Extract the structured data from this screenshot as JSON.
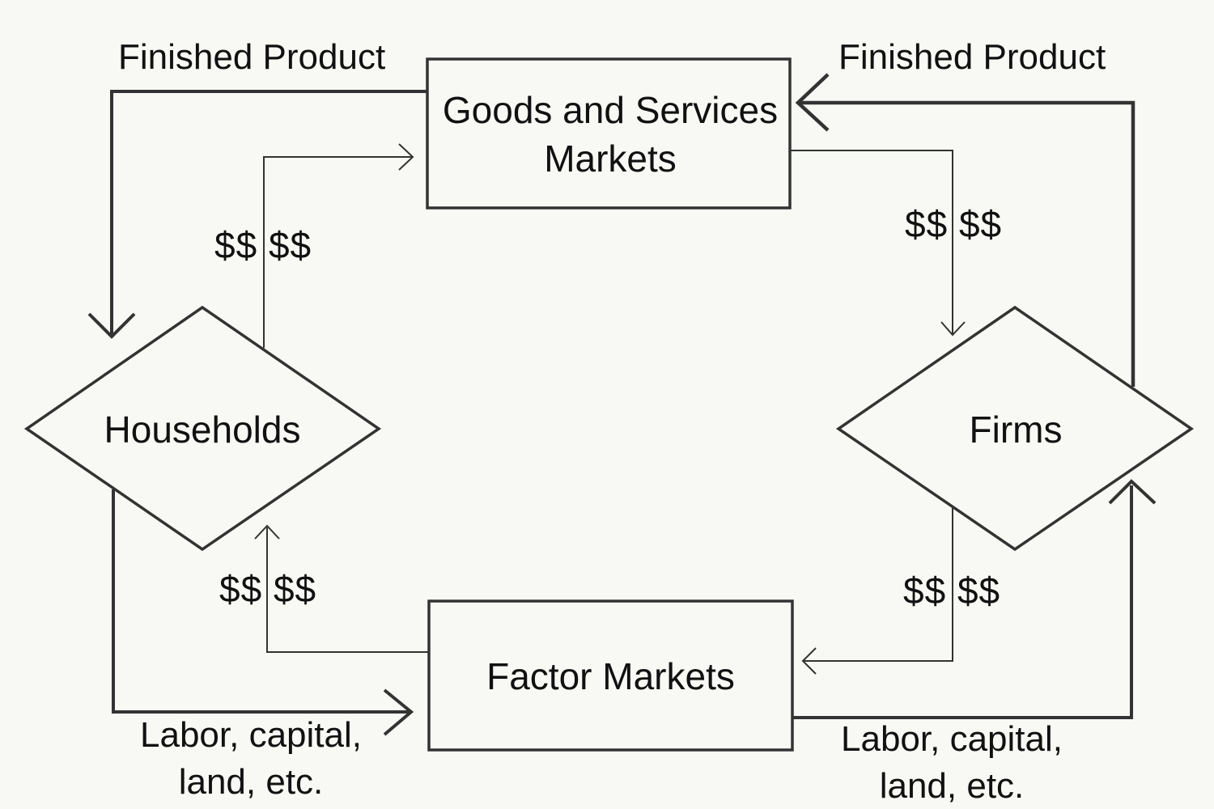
{
  "nodes": {
    "goods_services_markets": "Goods and Services Markets",
    "factor_markets": "Factor Markets",
    "households": "Households",
    "firms": "Firms"
  },
  "labels": {
    "finished_product_left": "Finished Product",
    "finished_product_right": "Finished Product",
    "money_households_to_goods": "$$ $$",
    "money_goods_to_firms": "$$ $$",
    "money_factor_to_households": "$$ $$",
    "money_firms_to_factor": "$$ $$",
    "factors_households_to_factor_markets": "Labor, capital, land, etc.",
    "factors_factor_markets_to_firms": "Labor, capital, land, etc."
  },
  "colors": {
    "background": "#f8f8f4",
    "stroke": "#333333",
    "text": "#111111"
  }
}
